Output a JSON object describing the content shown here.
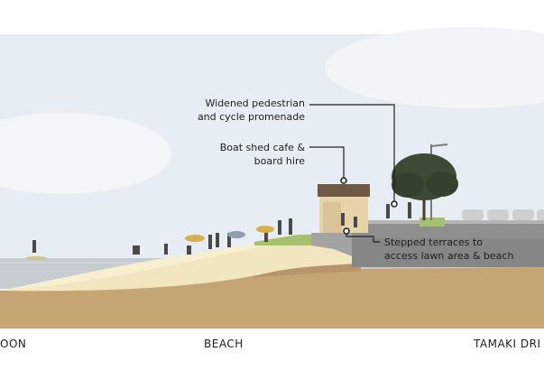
{
  "callouts": {
    "promenade": [
      "Widened pedestrian",
      "and cycle promenade"
    ],
    "boatshed": [
      "Boat shed cafe &",
      "board hire"
    ],
    "terraces": [
      "Stepped terraces to",
      "access lawn area & beach"
    ]
  },
  "zones": {
    "left": "OON",
    "center": "BEACH",
    "right": "TAMAKI DRI"
  },
  "colors": {
    "sky": "#e8eef4",
    "sea": "#c9ced4",
    "sand": "#f1e7c3",
    "soil": "#c9a877",
    "terrace": "#9a9a9a",
    "lawn": "#a6c36a"
  }
}
